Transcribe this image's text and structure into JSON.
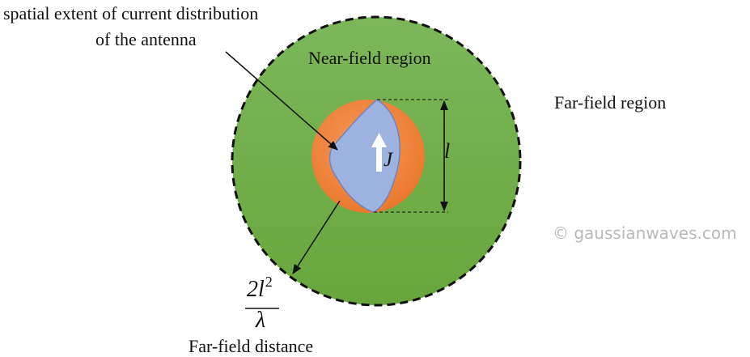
{
  "diagram": {
    "colors": {
      "near_field_fill": "#6faa44",
      "near_field_fill_top": "#7cb75a",
      "boundary_dash": "#111111",
      "antenna_disc": "#ed7d31",
      "current_shape": "#9db2df",
      "current_shape_edge": "#6b86c4",
      "arrow_white": "#ffffff",
      "watermark": "#b9b9b9"
    },
    "labels": {
      "spatial_extent_line1": "spatial extent of  current distribution",
      "spatial_extent_line2": "of  the antenna",
      "near_field": "Near-field region",
      "far_field": "Far-field region",
      "far_field_distance": "Far-field distance",
      "watermark": "© gaussianwaves.com"
    },
    "symbols": {
      "length": "l",
      "current": "J",
      "formula_numerator": "2l",
      "formula_exponent": "2",
      "formula_denominator": "λ"
    }
  }
}
